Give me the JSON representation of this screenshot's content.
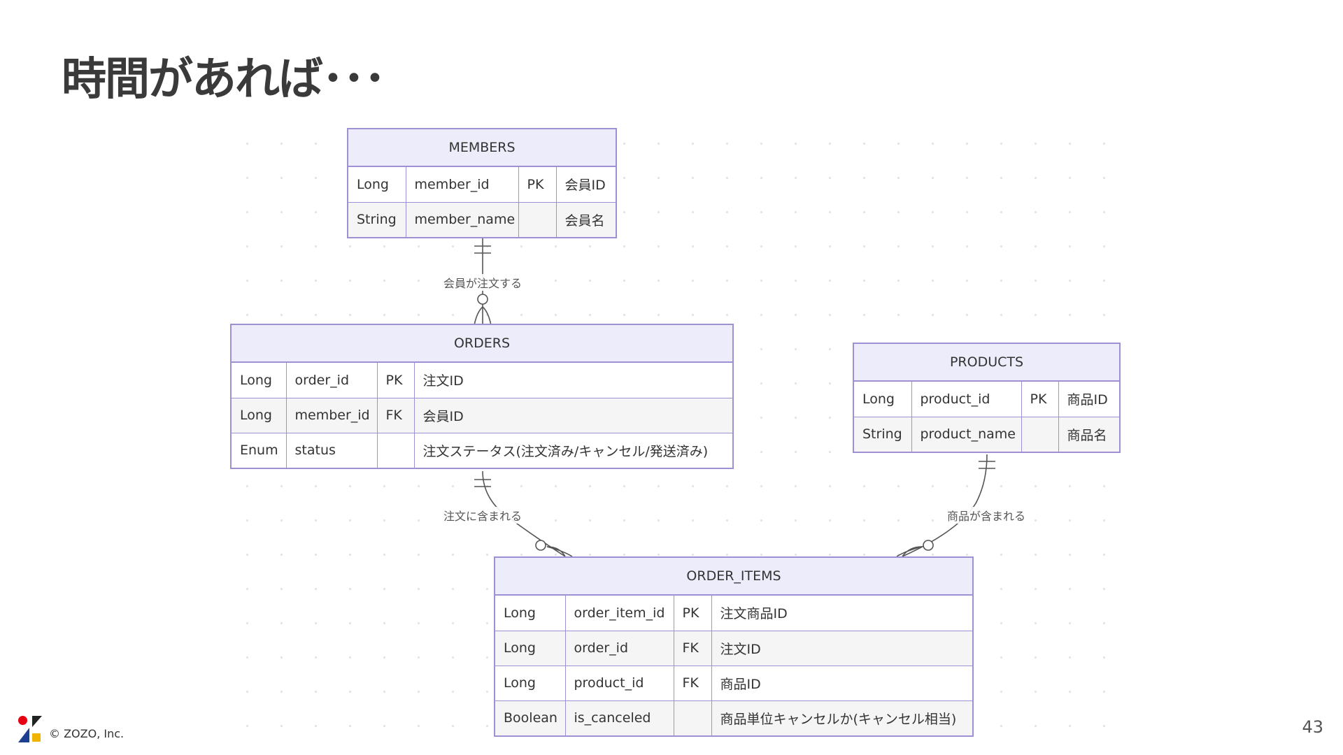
{
  "slide": {
    "title": "時間があれば･･･",
    "copyright": "© ZOZO, Inc.",
    "page_number": "43"
  },
  "diagram": {
    "type": "er-diagram",
    "entities": {
      "members": {
        "name": "MEMBERS",
        "attributes": [
          {
            "type": "Long",
            "name": "member_id",
            "key": "PK",
            "comment": "会員ID"
          },
          {
            "type": "String",
            "name": "member_name",
            "key": "",
            "comment": "会員名"
          }
        ]
      },
      "orders": {
        "name": "ORDERS",
        "attributes": [
          {
            "type": "Long",
            "name": "order_id",
            "key": "PK",
            "comment": "注文ID"
          },
          {
            "type": "Long",
            "name": "member_id",
            "key": "FK",
            "comment": "会員ID"
          },
          {
            "type": "Enum",
            "name": "status",
            "key": "",
            "comment": "注文ステータス(注文済み/キャンセル/発送済み)"
          }
        ]
      },
      "products": {
        "name": "PRODUCTS",
        "attributes": [
          {
            "type": "Long",
            "name": "product_id",
            "key": "PK",
            "comment": "商品ID"
          },
          {
            "type": "String",
            "name": "product_name",
            "key": "",
            "comment": "商品名"
          }
        ]
      },
      "order_items": {
        "name": "ORDER_ITEMS",
        "attributes": [
          {
            "type": "Long",
            "name": "order_item_id",
            "key": "PK",
            "comment": "注文商品ID"
          },
          {
            "type": "Long",
            "name": "order_id",
            "key": "FK",
            "comment": "注文ID"
          },
          {
            "type": "Long",
            "name": "product_id",
            "key": "FK",
            "comment": "商品ID"
          },
          {
            "type": "Boolean",
            "name": "is_canceled",
            "key": "",
            "comment": "商品単位キャンセルか(キャンセル相当)"
          }
        ]
      }
    },
    "relationships": [
      {
        "from": "MEMBERS",
        "to": "ORDERS",
        "label": "会員が注文する",
        "from_cardinality": "exactly-one",
        "to_cardinality": "zero-or-many"
      },
      {
        "from": "ORDERS",
        "to": "ORDER_ITEMS",
        "label": "注文に含まれる",
        "from_cardinality": "exactly-one",
        "to_cardinality": "zero-or-many"
      },
      {
        "from": "PRODUCTS",
        "to": "ORDER_ITEMS",
        "label": "商品が含まれる",
        "from_cardinality": "exactly-one",
        "to_cardinality": "zero-or-many"
      }
    ]
  },
  "colors": {
    "entity_border": "#9f8fd3",
    "entity_header": "#ececfb",
    "row_alt": "#f5f5f5",
    "edge": "#555555"
  }
}
